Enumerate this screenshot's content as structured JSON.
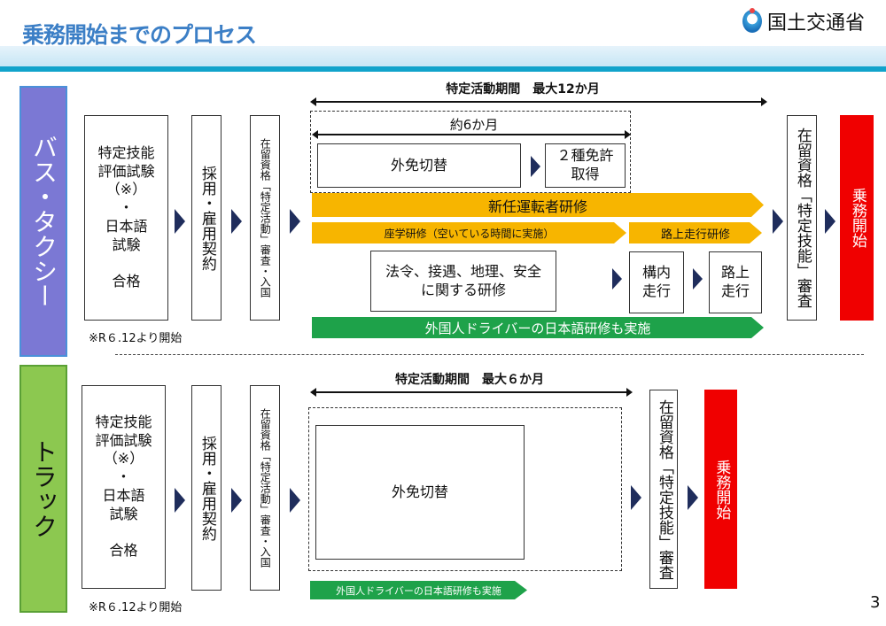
{
  "header": {
    "title": "乗務開始までのプロセス",
    "ministry": "国土交通省"
  },
  "bus": {
    "label": "バス・タクシー",
    "exam": "特定技能\n評価試験\n（※）\n・\n日本語\n試験\n\n合格",
    "hire": "採用・雇用契約",
    "visa": "在留資格「特定活動」審査・入国",
    "period": "特定活動期間　最大12か月",
    "six_months": "約6か月",
    "license_switch": "外免切替",
    "class2": "２種免許\n取得",
    "new_driver_training": "新任運転者研修",
    "classroom": "座学研修（空いている時間に実施）",
    "road_training": "路上走行研修",
    "law_training": "法令、接遇、地理、安全\nに関する研修",
    "premises": "構内\n走行",
    "road": "路上\n走行",
    "japanese": "外国人ドライバーの日本語研修も実施",
    "note": "※R６.12より開始",
    "ssw_review": "在留資格「特定技能」審査",
    "start": "乗務開始"
  },
  "truck": {
    "label": "トラック",
    "exam": "特定技能\n評価試験\n（※）\n・\n日本語\n試験\n\n合格",
    "hire": "採用・雇用契約",
    "visa": "在留資格「特定活動」審査・入国",
    "period": "特定活動期間　最大６か月",
    "license_switch": "外免切替",
    "japanese": "外国人ドライバーの日本語研修も実施",
    "note": "※R６.12より開始",
    "ssw_review": "在留資格「特定技能」審査",
    "start": "乗務開始"
  },
  "page_number": "3"
}
